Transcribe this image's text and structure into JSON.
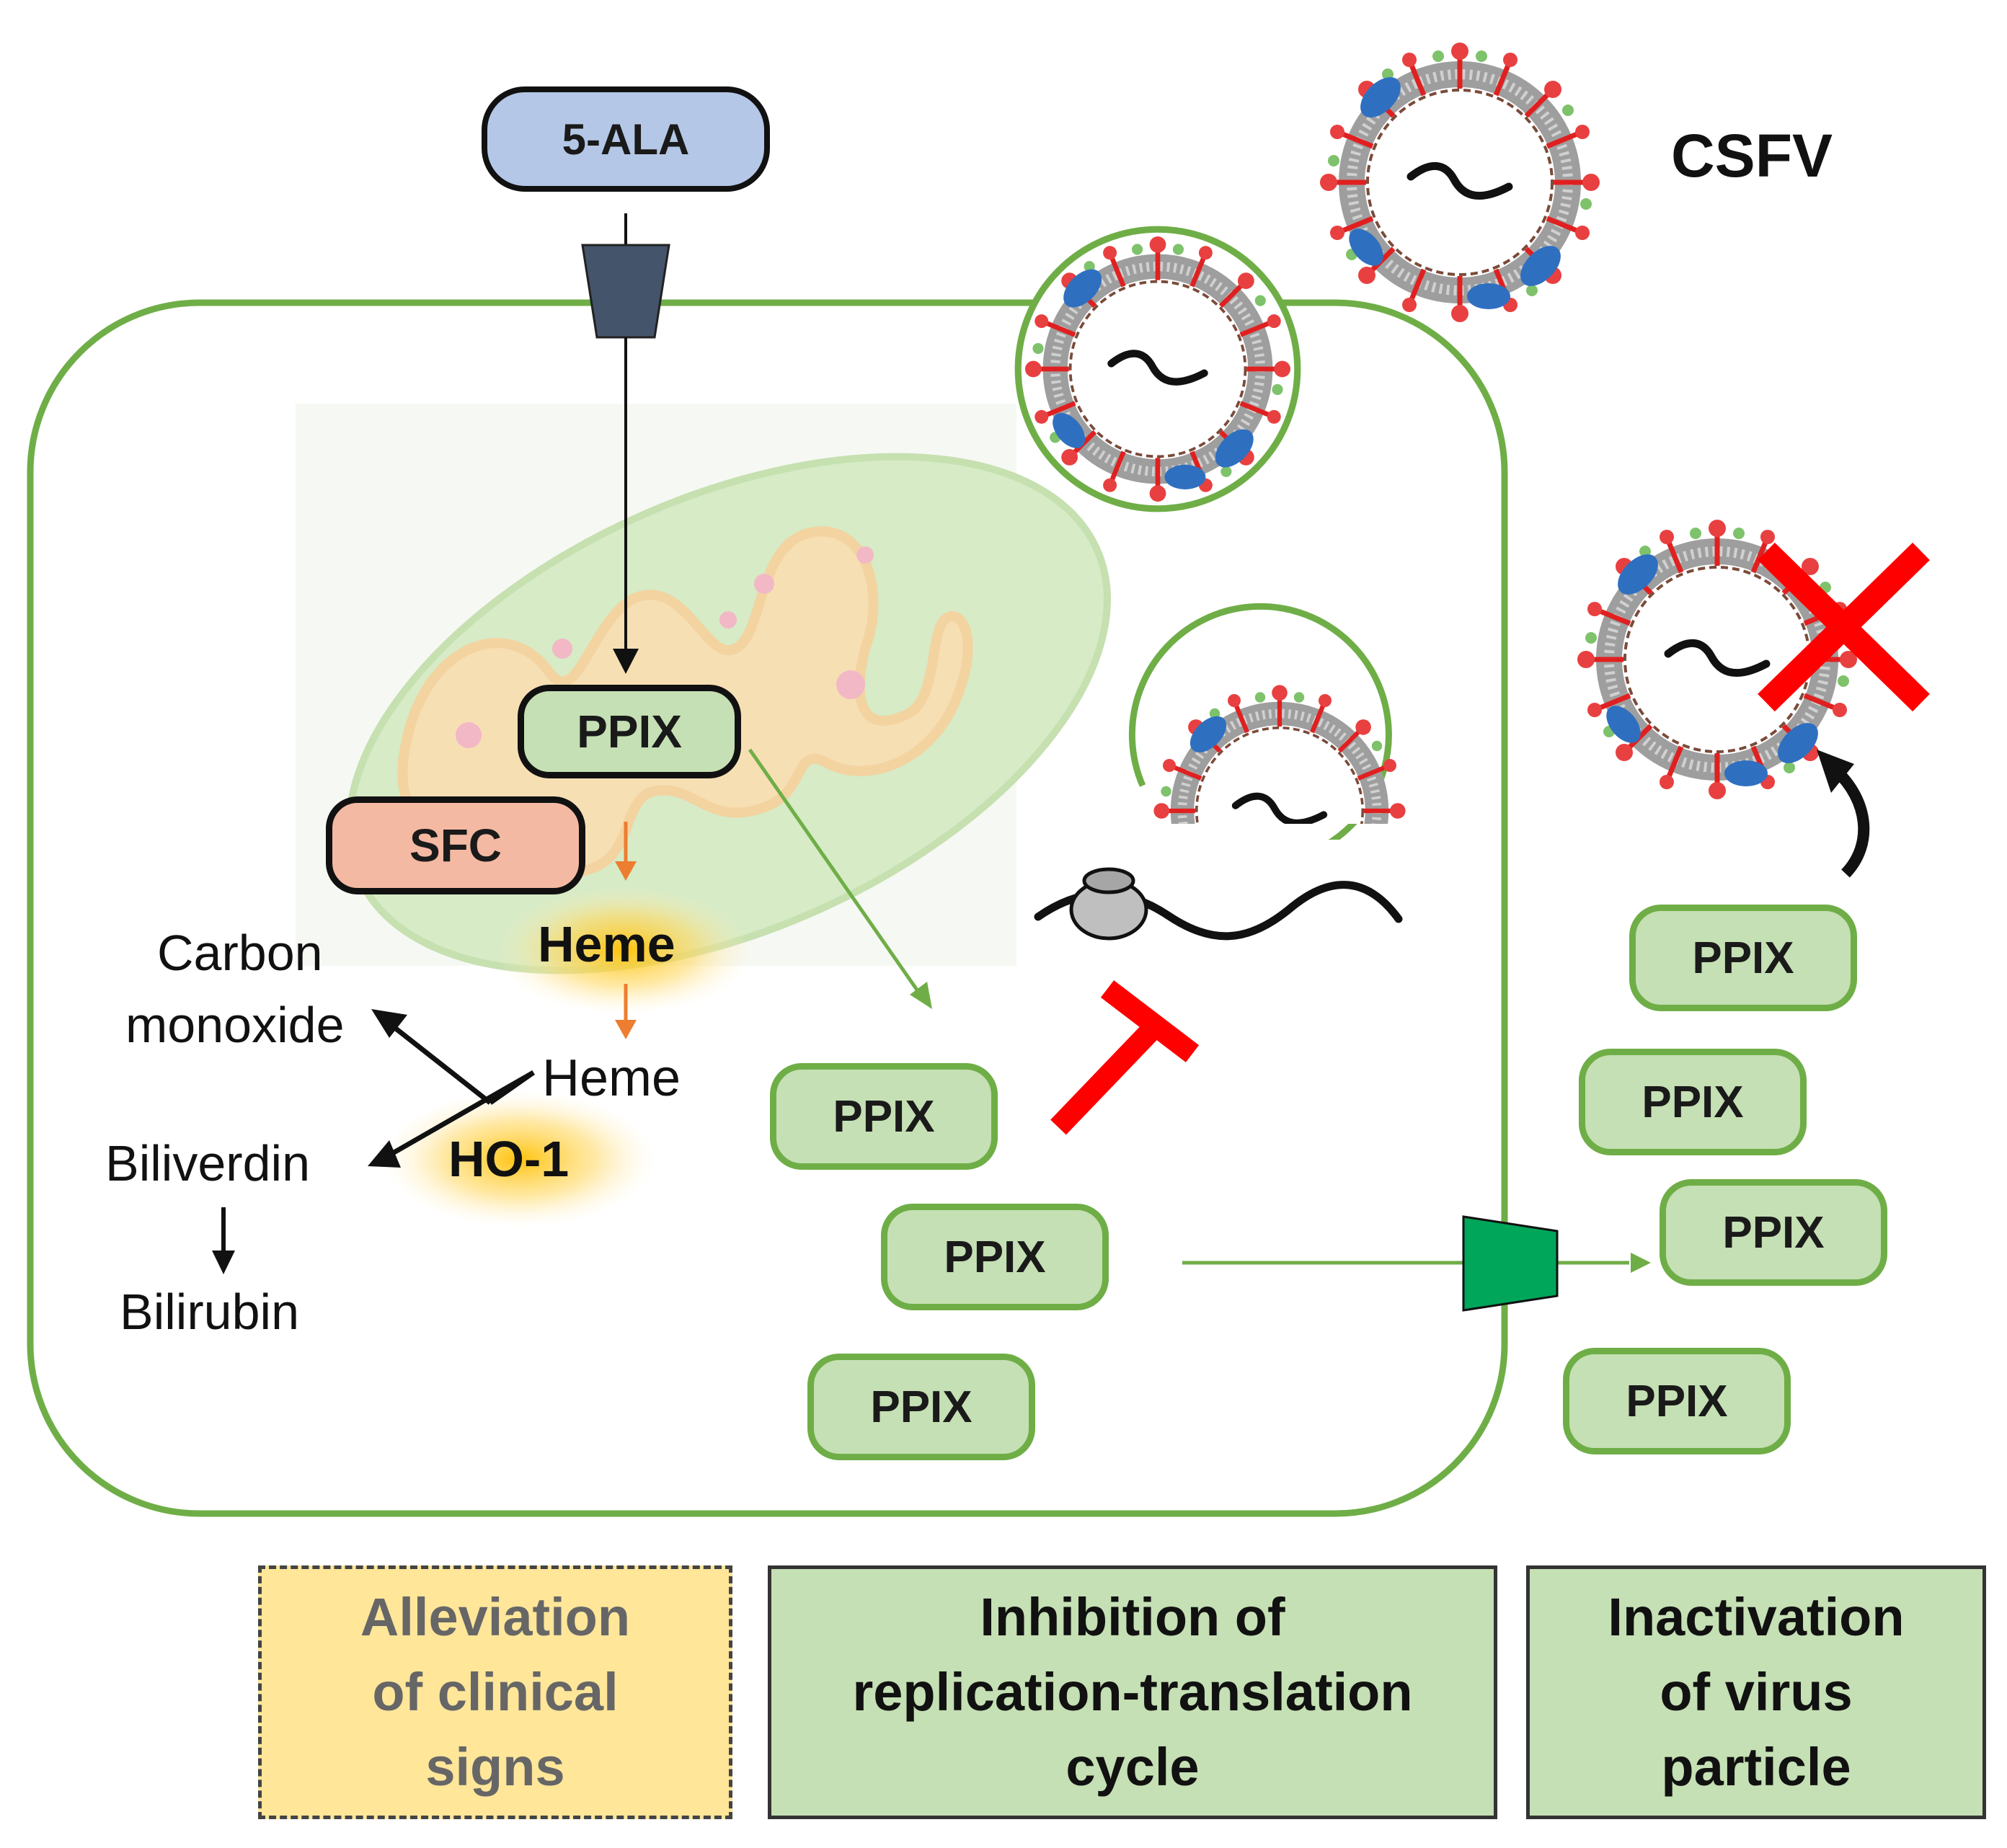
{
  "virus_label": "CSFV",
  "precursor": "5-ALA",
  "ppix_label": "PPIX",
  "sfc_label": "SFC",
  "heme_mito": "Heme",
  "heme_cyto": "Heme",
  "ho1": "HO-1",
  "carbon_monoxide": [
    "Carbon",
    "monoxide"
  ],
  "biliverdin": "Biliverdin",
  "bilirubin": "Bilirubin",
  "outcomes": [
    {
      "lines": [
        "Alleviation",
        "of clinical",
        "signs"
      ]
    },
    {
      "lines": [
        "Inhibition of",
        "replication-translation",
        "cycle"
      ]
    },
    {
      "lines": [
        "Inactivation",
        "of virus",
        "particle"
      ]
    }
  ],
  "colors": {
    "cell_membrane": "#6fae47",
    "ppix_fill": "#c5e0b4",
    "ala_fill": "#b4c7e7",
    "sfc_fill": "#f4b9a2",
    "inhibit_red": "#ff0000",
    "heme_arrow": "#ed7d31",
    "outcome_yellow": "#ffe699"
  }
}
